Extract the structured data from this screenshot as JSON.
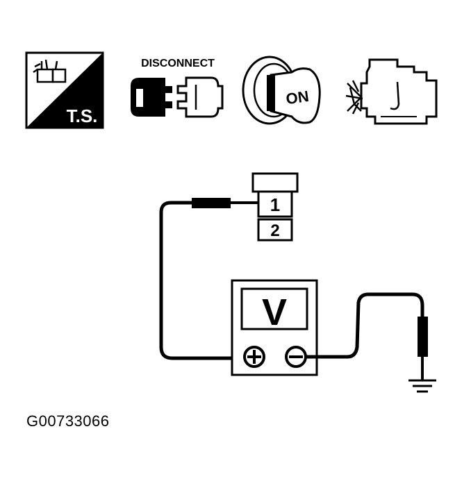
{
  "icons": {
    "ts_label": "T.S.",
    "disconnect_label": "DISCONNECT",
    "ignition_label": "ON"
  },
  "connector": {
    "pin1": "1",
    "pin2": "2"
  },
  "voltmeter": {
    "display": "V",
    "positive_symbol": "+",
    "negative_symbol": "−"
  },
  "figure_id": "G00733066"
}
